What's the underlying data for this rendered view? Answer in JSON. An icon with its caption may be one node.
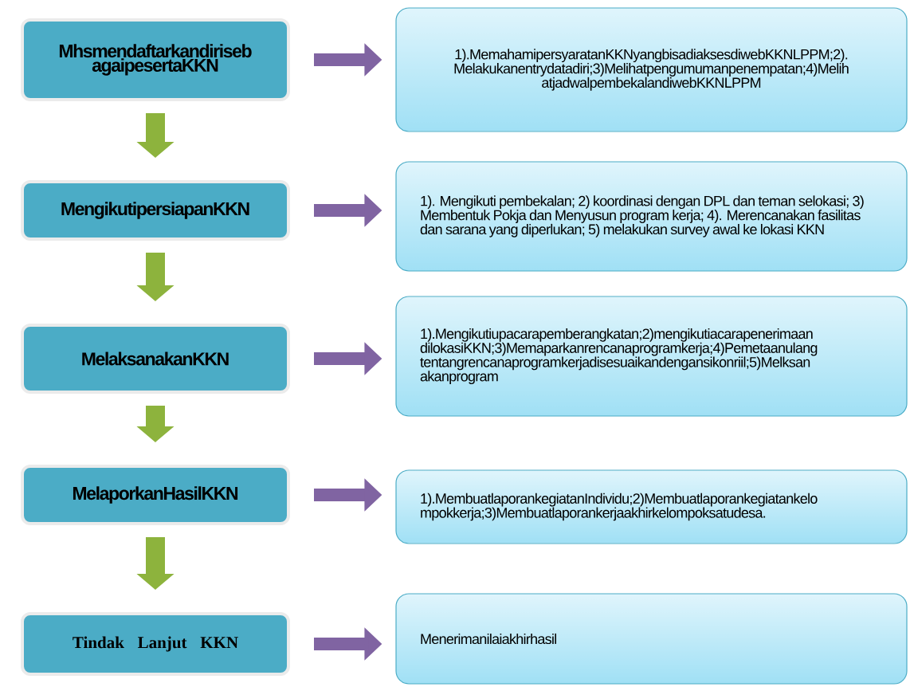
{
  "diagram": {
    "nodes": [
      {
        "text": [
          "Mhsmendaftarkandiriseb agaipesertaKKN"
        ]
      },
      {
        "text": [
          "1).MemahamipersyaratanKKNyangbisadiaksesdiwebKKNLPPM;2). Melakukanentrydatadiri;3)Melihatpengumumanpenempatan;4)Melih atjadwalpembekalandiwebKKNLPPM"
        ]
      },
      {
        "text": [
          "MengikutipersiapanKKN"
        ]
      },
      {
        "text": [
          "1). Mengikuti pembekalan; 2) koordinasi dengan DPL dan teman selokasi; 3) Membentuk Pokja dan Menyusun program kerja; 4). Merencanakan fasilitas dan sarana yang diperlukan; 5) melakukan survey awal ke lokasi KKN"
        ]
      },
      {
        "text": [
          "MelaksanakanKKN"
        ]
      },
      {
        "text": [
          "1).Mengikutiupacarapemberangkatan;2)mengikutiacarapenerimaan dilokasiKKN;3)Memaparkanrencanaprogramkerja;4)Pemetaanulang tentangrencanaprogramkerjadisesuaikandengansikonriil;5)Melksan akanprogram"
        ]
      },
      {
        "text": [
          "MelaporkanHasilKKN"
        ]
      },
      {
        "text": [
          "1).MembuatlaporankegiatanIndividu;2)Membuatlaporankegiatankelo mpokkerja;3)Membuatlaporankerjaakhirkelompoksatudesa."
        ]
      },
      {
        "text": [
          "Tindak Lanjut KKN"
        ]
      },
      {
        "text": [
          "Menerimanilaiakhirhasil"
        ]
      }
    ],
    "edges": [
      {
        "from": 0,
        "to": 1,
        "arrow": "to",
        "color": "#8064a2"
      },
      {
        "from": 2,
        "to": 3,
        "arrow": "to",
        "color": "#8064a2"
      },
      {
        "from": 4,
        "to": 5,
        "arrow": "to",
        "color": "#8064a2"
      },
      {
        "from": 6,
        "to": 7,
        "arrow": "to",
        "color": "#8064a2"
      },
      {
        "from": 8,
        "to": 9,
        "arrow": "to",
        "color": "#8064a2"
      },
      {
        "from": 0,
        "to": 2,
        "arrow": "to",
        "color": "#8db33d"
      },
      {
        "from": 2,
        "to": 4,
        "arrow": "to",
        "color": "#8db33d"
      },
      {
        "from": 4,
        "to": 6,
        "arrow": "to",
        "color": "#8db33d"
      },
      {
        "from": 6,
        "to": 8,
        "arrow": "to",
        "color": "#8db33d"
      }
    ]
  }
}
